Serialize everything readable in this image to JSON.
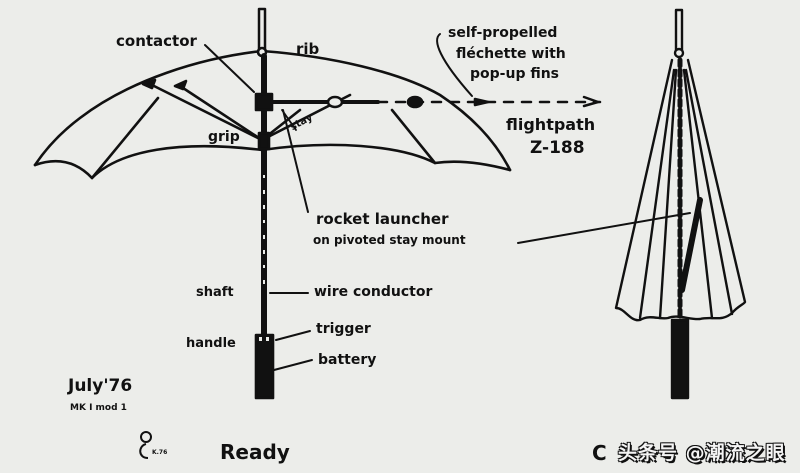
{
  "diagram": {
    "title_caption": "Ready",
    "date": "July'76",
    "model": "MK I mod 1",
    "signature": "K.76",
    "colors": {
      "ink": "#111111",
      "paper": "#ecedea"
    },
    "open_umbrella_labels": {
      "contactor": "contactor",
      "rib": "rib",
      "grip": "grip",
      "stay": "stay",
      "rocket_launcher": "rocket launcher",
      "rocket_launcher_mount": "on pivoted stay mount",
      "shaft": "shaft",
      "wire_conductor": "wire conductor",
      "handle": "handle",
      "trigger": "trigger",
      "battery": "battery"
    },
    "projectile": {
      "line1": "self-propelled",
      "line2": "fléchette with",
      "line3": "pop-up fins",
      "flightpath": "flightpath",
      "flightpath_code": "Z-188"
    },
    "closed_umbrella": {
      "caption_partial": "C"
    }
  },
  "watermark": "头条号 @潮流之眼"
}
